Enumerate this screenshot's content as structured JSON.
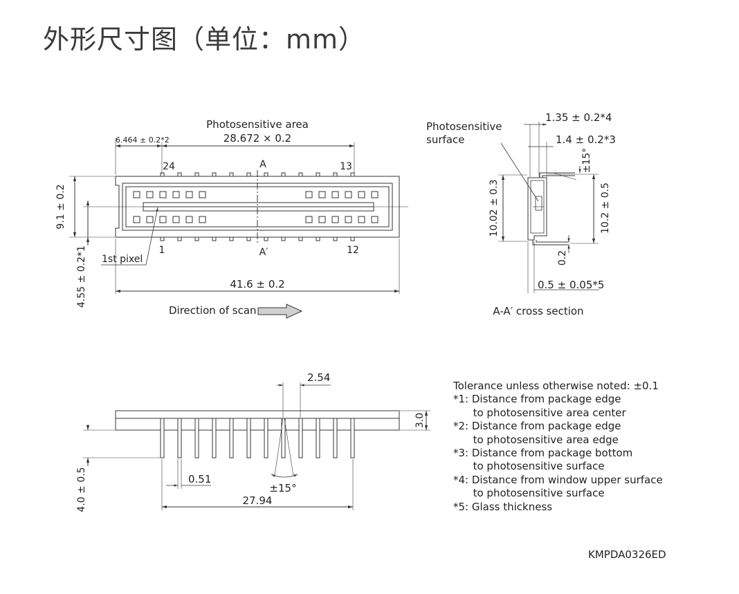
{
  "title": "外形尺寸图（单位：mm）",
  "top_view": {
    "photosensitive_area_label": "Photosensitive area",
    "photosensitive_area_dim": "28.672 × 0.2",
    "edge_offset_dim": "6.464 ± 0.2*2",
    "pin_24": "24",
    "pin_13": "13",
    "pin_1": "1",
    "pin_12": "12",
    "section_a": "A",
    "section_a_prime": "A′",
    "height_dim": "9.1 ± 0.2",
    "center_offset_dim": "4.55 ± 0.2*1",
    "first_pixel_label": "1st pixel",
    "length_dim": "41.6 ± 0.2",
    "scan_direction_label": "Direction of scan"
  },
  "cross_section": {
    "photosensitive_surface_line1": "Photosensitive",
    "photosensitive_surface_line2": "surface",
    "window_dim": "1.35 ± 0.2*4",
    "bottom_dim": "1.4 ± 0.2*3",
    "lead_angle_dim": "±15°",
    "left_height_dim": "10.02 ± 0.3",
    "right_height_dim": "10.2 ± 0.5",
    "lead_thickness_dim": "0.2",
    "glass_dim": "0.5 ± 0.05*5",
    "caption": "A-A′ cross section"
  },
  "side_view": {
    "pitch_dim": "2.54",
    "thickness_dim": "3.0",
    "lead_length_dim": "4.0 ± 0.5",
    "lead_width_dim": "0.51",
    "lead_angle_dim": "±15°",
    "span_dim": "27.94"
  },
  "notes": [
    "Tolerance unless otherwise noted: ±0.1",
    "*1: Distance from package edge",
    "      to photosensitive area center",
    "*2: Distance from package edge",
    "      to photosensitive area edge",
    "*3: Distance from package bottom",
    "      to photosensitive surface",
    "*4: Distance from window upper surface",
    "      to photosensitive surface",
    "*5: Glass thickness"
  ],
  "doc_code": "KMPDA0326ED",
  "colors": {
    "line": "#333333",
    "text": "#222222",
    "arrow_fill": "#d0d0d0"
  }
}
